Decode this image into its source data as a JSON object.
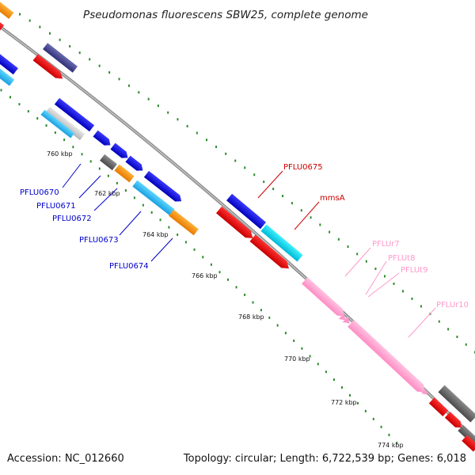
{
  "title": "Pseudomonas fluorescens SBW25, complete genome",
  "footer": {
    "accession": "Accession: NC_012660",
    "stats": "Topology: circular; Length: 6,722,539 bp; Genes: 6,018"
  },
  "colors": {
    "backbone": "#8c8c8c",
    "dots": "#2e8b2e",
    "label_blue": "#0000cc",
    "label_red": "#cc0000",
    "label_pink": "#ff99cc"
  },
  "scale_ticks": [
    "760 kbp",
    "762 kbp",
    "764 kbp",
    "766 kbp",
    "768 kbp",
    "770 kbp",
    "772 kbp",
    "774 kbp"
  ],
  "gene_labels": [
    {
      "text": "PFLU0670",
      "color": "blue"
    },
    {
      "text": "PFLU0671",
      "color": "blue"
    },
    {
      "text": "PFLU0672",
      "color": "blue"
    },
    {
      "text": "PFLU0673",
      "color": "blue"
    },
    {
      "text": "PFLU0674",
      "color": "blue"
    },
    {
      "text": "PFLU0675",
      "color": "red"
    },
    {
      "text": "mmsA",
      "color": "red"
    },
    {
      "text": "PFLUr7",
      "color": "pink"
    },
    {
      "text": "PFLUt8",
      "color": "pink"
    },
    {
      "text": "PFLUt9",
      "color": "pink"
    },
    {
      "text": "PFLUr10",
      "color": "pink"
    }
  ]
}
